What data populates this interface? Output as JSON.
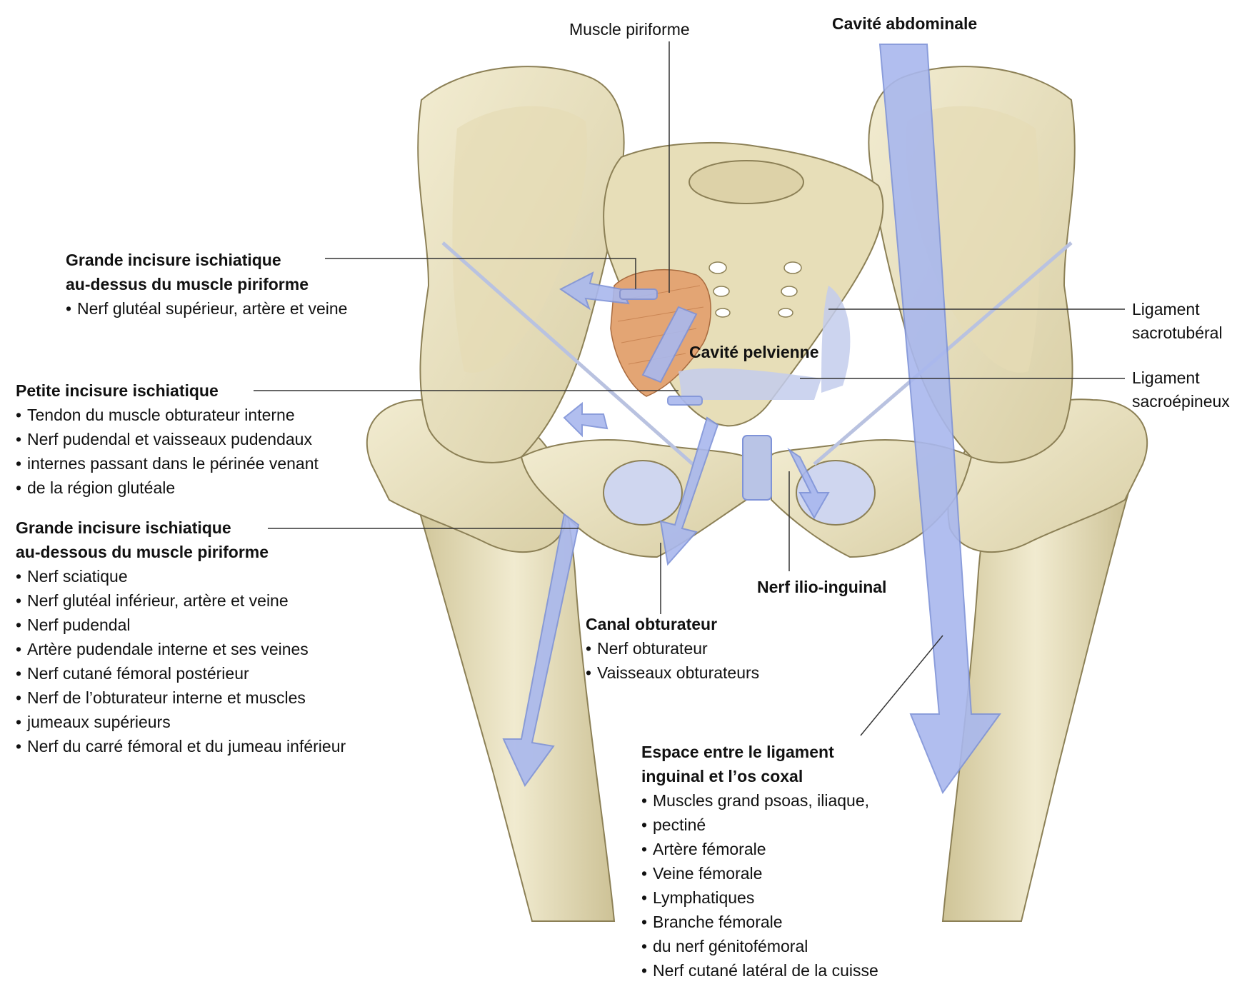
{
  "labels": {
    "piriformis": "Muscle piriforme",
    "abdominal": "Cavité abdominale",
    "pelvic": "Cavité pelvienne",
    "sacrotuberal": [
      "Ligament",
      "sacrotubéral"
    ],
    "sacrospinal": [
      "Ligament",
      "sacroépineux"
    ],
    "ilioinguinal": "Nerf ilio-inguinal"
  },
  "groups": {
    "greater_above": {
      "title": [
        "Grande incisure ischiatique",
        "au-dessus du muscle piriforme"
      ],
      "items": [
        "Nerf glutéal supérieur, artère et veine"
      ]
    },
    "lesser": {
      "title": [
        "Petite incisure ischiatique"
      ],
      "items": [
        "Tendon du muscle obturateur interne",
        "Nerf pudendal et vaisseaux pudendaux",
        "internes passant dans le périnée venant",
        "de la région glutéale"
      ]
    },
    "greater_below": {
      "title": [
        "Grande incisure ischiatique",
        "au-dessous du muscle piriforme"
      ],
      "items": [
        "Nerf sciatique",
        "Nerf glutéal inférieur, artère et veine",
        "Nerf pudendal",
        "Artère pudendale interne et ses veines",
        "Nerf cutané fémoral postérieur",
        "Nerf de l’obturateur interne et muscles",
        "jumeaux supérieurs",
        "Nerf du carré fémoral et du jumeau inférieur"
      ]
    },
    "obturator": {
      "title": [
        "Canal obturateur"
      ],
      "items": [
        "Nerf obturateur",
        "Vaisseaux obturateurs"
      ]
    },
    "inguinal": {
      "title": [
        "Espace entre le ligament",
        "inguinal et l’os coxal"
      ],
      "items": [
        "Muscles grand psoas, iliaque,",
        "pectiné",
        "Artère fémorale",
        "Veine fémorale",
        "Lymphatiques",
        "Branche fémorale",
        "du nerf génitofémoral",
        "Nerf cutané latéral de la cuisse"
      ]
    }
  },
  "colors": {
    "bone": "#e9e2c2",
    "bone_shadow": "#c9bf96",
    "bone_outline": "#8c8056",
    "arrow": "#a9b8ee",
    "arrow_edge": "#7f93d8",
    "ligament": "#c3ccec",
    "muscle": "#e3a574",
    "leader": "#333333"
  }
}
